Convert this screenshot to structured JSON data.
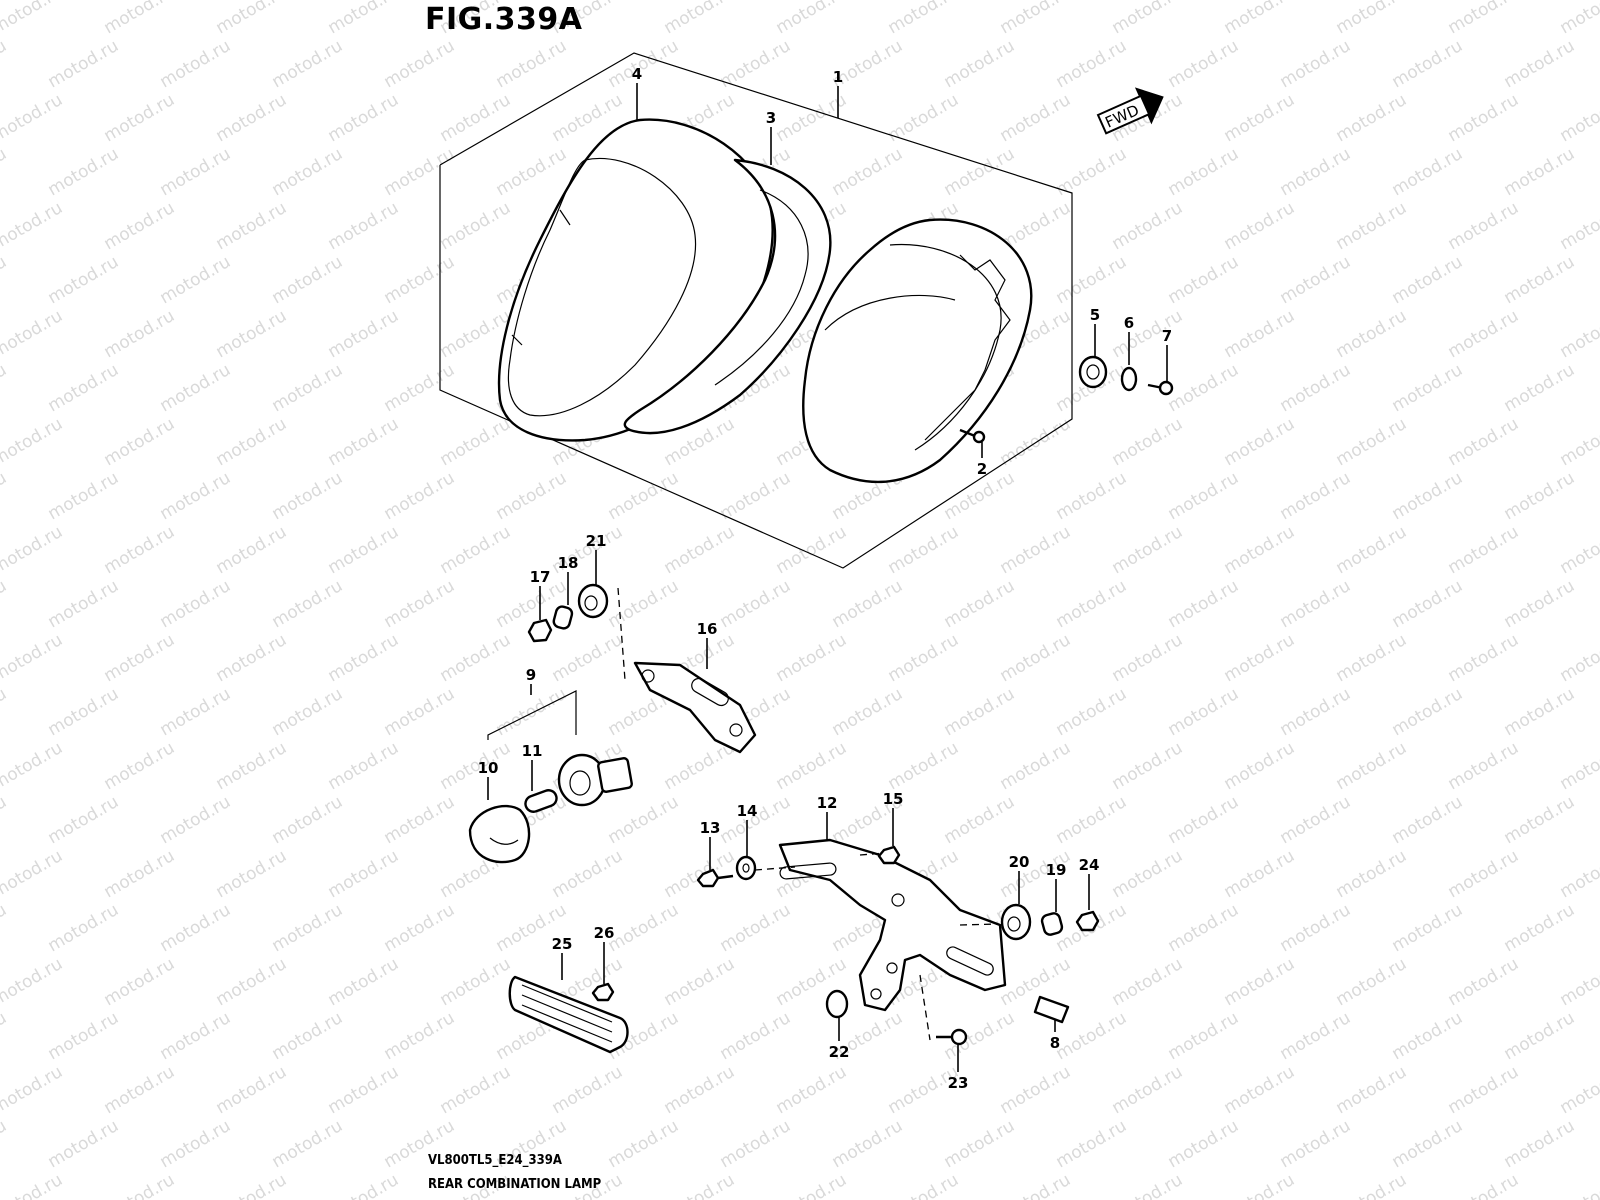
{
  "figure": {
    "title": "FIG.339A",
    "fwd_label": "FWD",
    "model_code": "VL800TL5_E24_339A",
    "caption": "REAR COMBINATION LAMP",
    "watermark": "motod.ru"
  },
  "callouts": [
    {
      "id": "1",
      "label": "1"
    },
    {
      "id": "2",
      "label": "2"
    },
    {
      "id": "3",
      "label": "3"
    },
    {
      "id": "4",
      "label": "4"
    },
    {
      "id": "5",
      "label": "5"
    },
    {
      "id": "6",
      "label": "6"
    },
    {
      "id": "7",
      "label": "7"
    },
    {
      "id": "8",
      "label": "8"
    },
    {
      "id": "9",
      "label": "9"
    },
    {
      "id": "10",
      "label": "10"
    },
    {
      "id": "11",
      "label": "11"
    },
    {
      "id": "12",
      "label": "12"
    },
    {
      "id": "13",
      "label": "13"
    },
    {
      "id": "14",
      "label": "14"
    },
    {
      "id": "15",
      "label": "15"
    },
    {
      "id": "16",
      "label": "16"
    },
    {
      "id": "17",
      "label": "17"
    },
    {
      "id": "18",
      "label": "18"
    },
    {
      "id": "19",
      "label": "19"
    },
    {
      "id": "20",
      "label": "20"
    },
    {
      "id": "21",
      "label": "21"
    },
    {
      "id": "22",
      "label": "22"
    },
    {
      "id": "23",
      "label": "23"
    },
    {
      "id": "24",
      "label": "24"
    },
    {
      "id": "25",
      "label": "25"
    },
    {
      "id": "26",
      "label": "26"
    }
  ]
}
